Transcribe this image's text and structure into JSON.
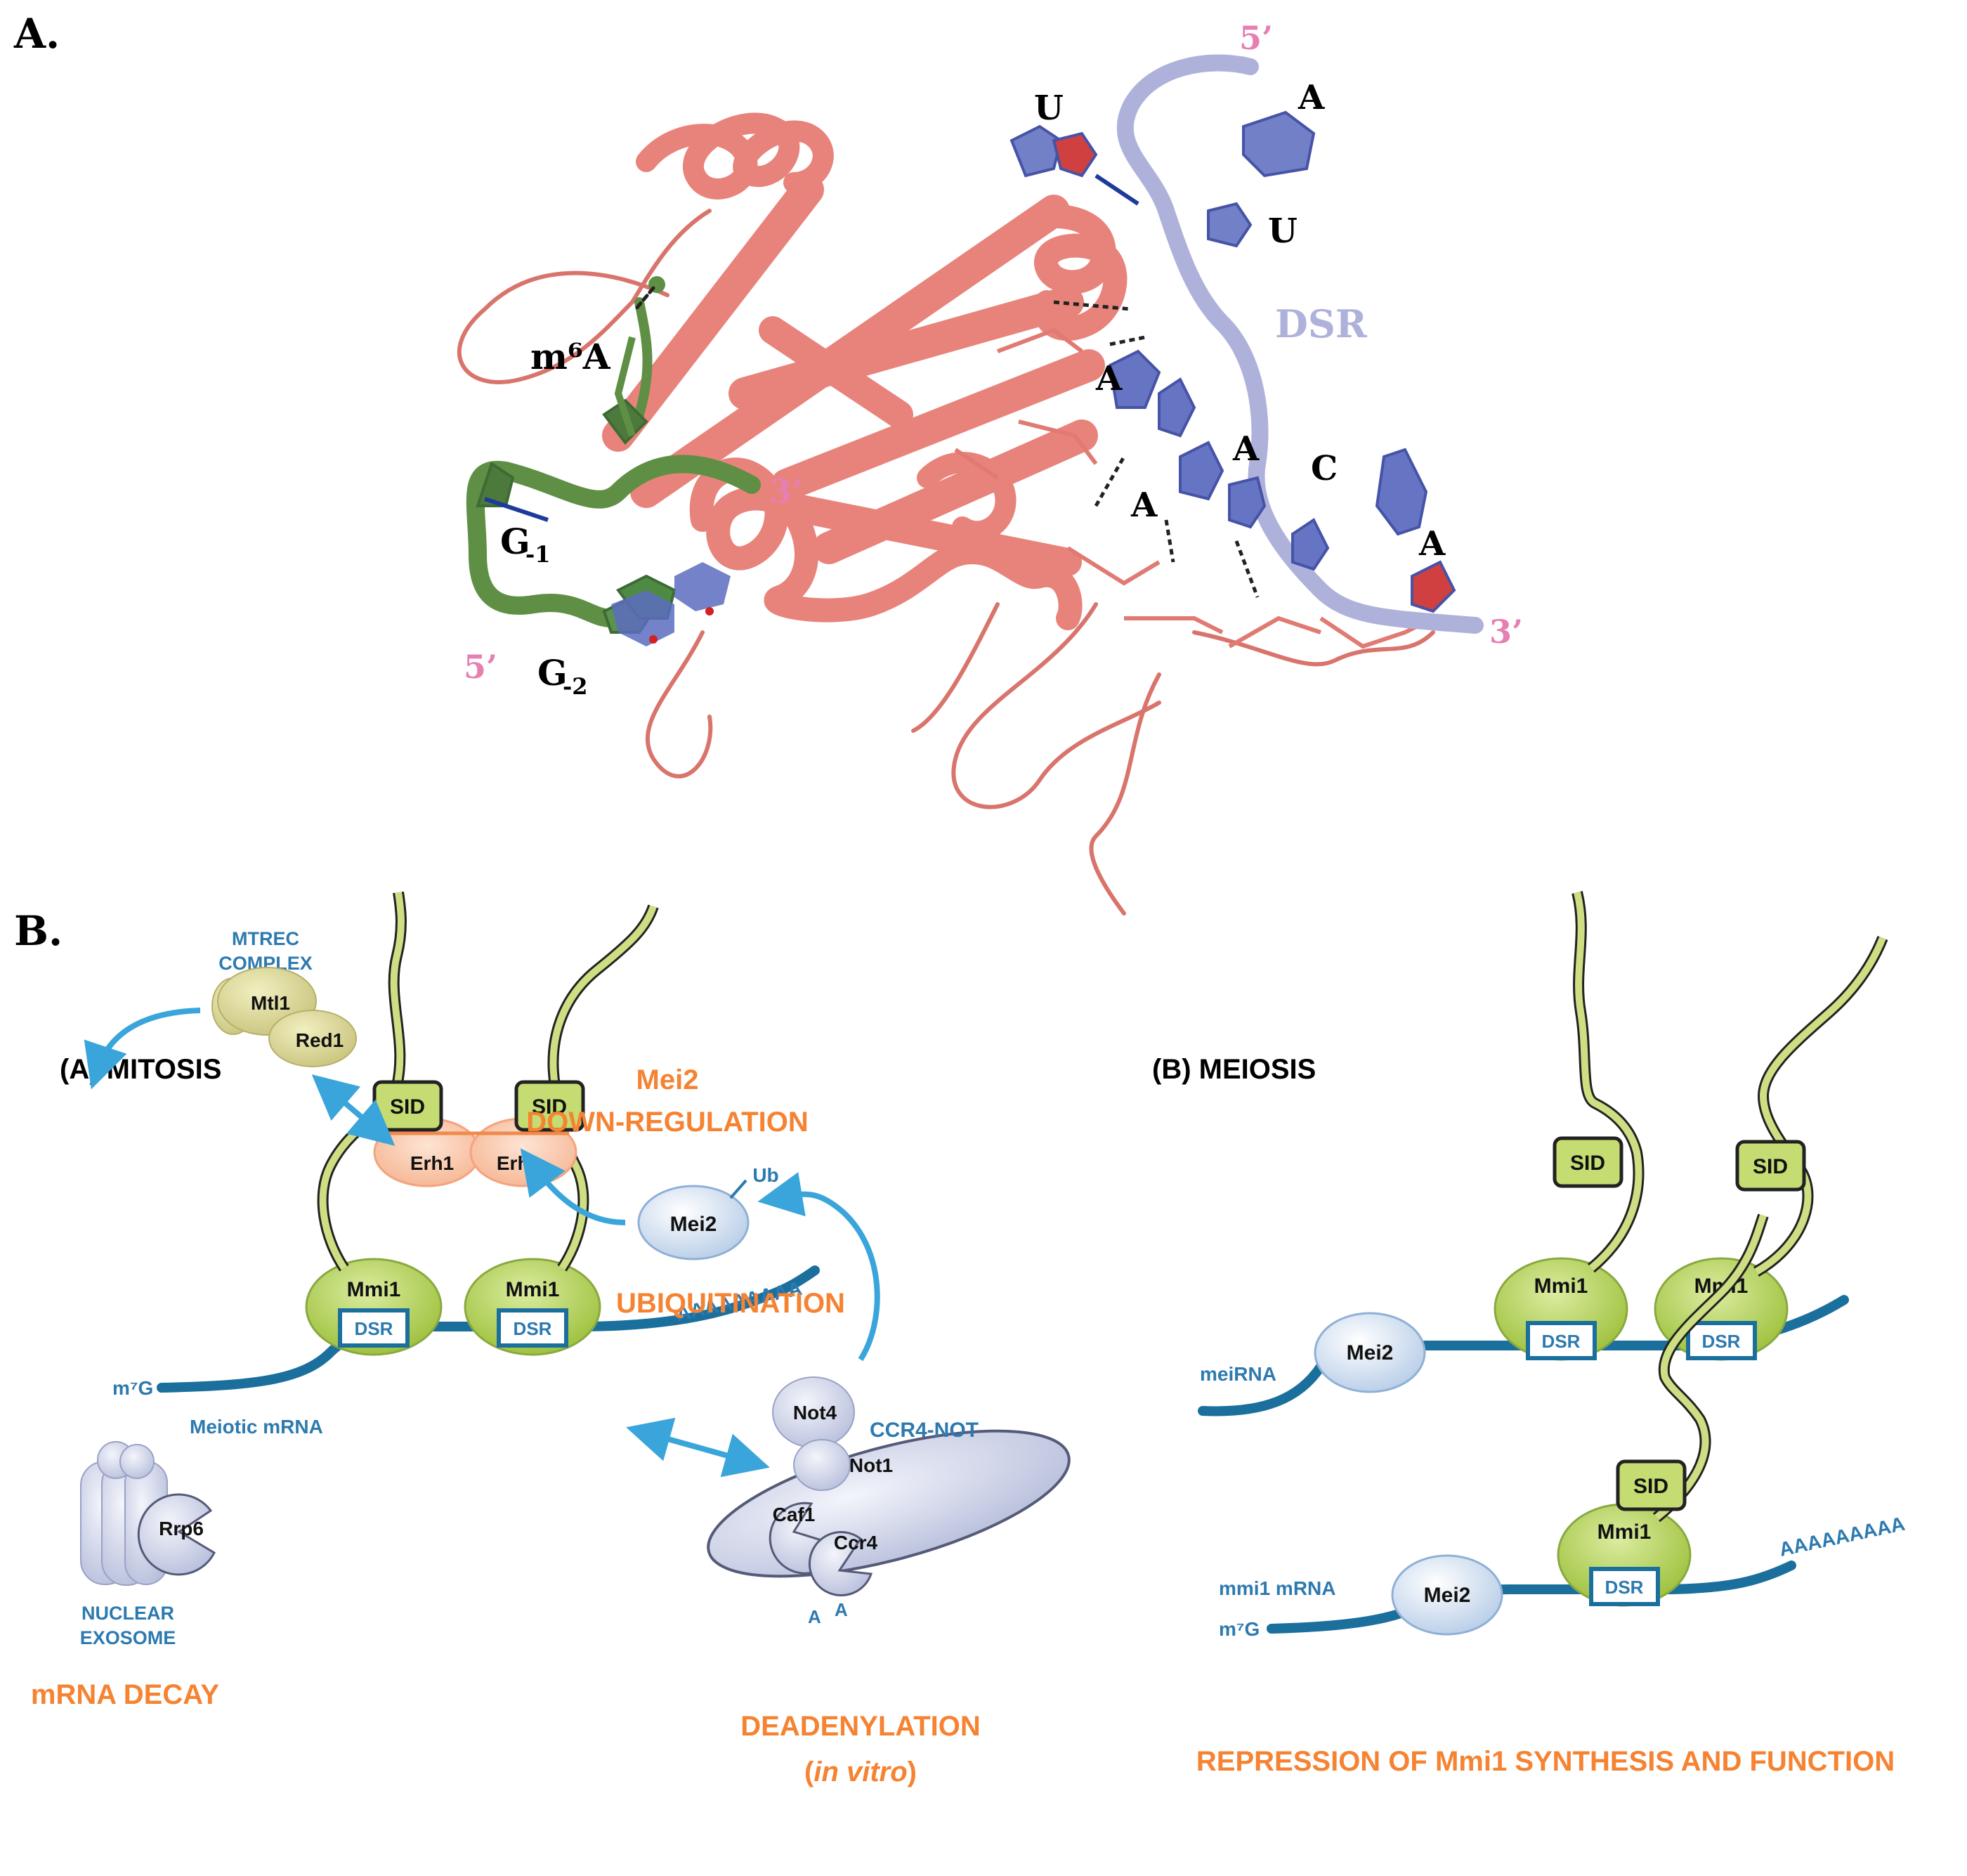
{
  "panels": {
    "a": "A.",
    "b": "B."
  },
  "structure": {
    "m6A": "m⁶A",
    "g_minus1": "G",
    "g_minus1_sub": "-1",
    "g_minus2": "G",
    "g_minus2_sub": "-2",
    "green_five_prime": "5’",
    "green_three_prime": "3’",
    "dsr_label": "DSR",
    "dsr_five_prime": "5’",
    "dsr_three_prime": "3’",
    "bases": {
      "u1": "U",
      "a1": "A",
      "u2": "U",
      "a2": "A",
      "a3": "A",
      "a4": "A",
      "c1": "C",
      "a5": "A"
    },
    "colors": {
      "protein": "#e8837b",
      "dsr_rna": "#aeb2db",
      "m6a_rna": "#5f8f45",
      "base": "#5866b8",
      "oxygen": "#d32020"
    }
  },
  "mitosis": {
    "title": "(A) MITOSIS",
    "mei2_downreg_1": "Mei2",
    "mei2_downreg_2": "DOWN-REGULATION",
    "ub": "Ub",
    "mei2": "Mei2",
    "ubiquitination": "UBIQUITINATION",
    "mtrec_1": "MTREC",
    "mtrec_2": "COMPLEX",
    "mtl1": "Mtl1",
    "red1": "Red1",
    "rrp6": "Rrp6",
    "exosome_1": "NUCLEAR",
    "exosome_2": "EXOSOME",
    "mrna_decay": "mRNA DECAY",
    "sid_left": "SID",
    "sid_right": "SID",
    "erh1_left": "Erh1",
    "erh1_right": "Erh1",
    "mmi1_left": "Mmi1",
    "mmi1_right": "Mmi1",
    "dsr_left": "DSR",
    "dsr_right": "DSR",
    "not4": "Not4",
    "ccr4not": "CCR4-NOT",
    "not1": "Not1",
    "caf1": "Caf1",
    "ccr4": "Ccr4",
    "aa_1": "A",
    "aa_2": "A",
    "polya": "AAAAAAAAA",
    "deadenylation": "DEADENYLATION",
    "in_vitro": "in vitro",
    "paren_open": "(",
    "paren_close": ")",
    "m7g": "m⁷G",
    "meiotic_mrna": "Meiotic mRNA"
  },
  "meiosis": {
    "title": "(B) MEIOSIS",
    "sid_1": "SID",
    "sid_2": "SID",
    "mmi1_1": "Mmi1",
    "mmi1_2": "Mmi1",
    "dsr_1": "DSR",
    "dsr_2": "DSR",
    "mei2_top": "Mei2",
    "meirna": "meiRNA",
    "sid_3": "SID",
    "mmi1_3": "Mmi1",
    "dsr_3": "DSR",
    "polya": "AAAAAAAAA",
    "mmi1_mrna": "mmi1 mRNA",
    "mei2_bottom": "Mei2",
    "m7g": "m⁷G",
    "repression": "REPRESSION OF Mmi1 SYNTHESIS AND FUNCTION"
  },
  "colors": {
    "orange": "#f58332",
    "blue_text": "#2d7ab0",
    "rna_line": "#1b6f9d",
    "arrow": "#3aa5da",
    "mmi1": "#b5d35a",
    "sid": "#c5dc72",
    "erh1": "#f9c8ad",
    "lavender": "#d4d9ec"
  }
}
